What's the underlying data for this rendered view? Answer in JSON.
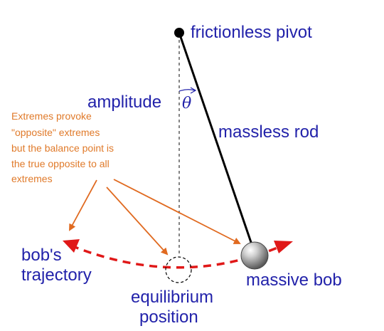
{
  "labels": {
    "pivot": "frictionless pivot",
    "amplitude": "amplitude",
    "theta": "θ",
    "rod": "massless rod",
    "bob_trajectory_line1": "bob's",
    "bob_trajectory_line2": "trajectory",
    "equilibrium_line1": "equilibrium",
    "equilibrium_line2": "position",
    "bob": "massive bob"
  },
  "annotation": {
    "lines": [
      "Extremes provoke",
      "\"opposite\" extremes",
      "but the balance point is",
      "the true opposite to all",
      "extremes"
    ]
  },
  "colors": {
    "label_text": "#2222aa",
    "annotation_text": "#e07a2a",
    "annotation_arrow": "#e06a20",
    "trajectory": "#e01818",
    "rod": "#000000",
    "vertical": "#333333",
    "bob_fill": "#909090"
  }
}
